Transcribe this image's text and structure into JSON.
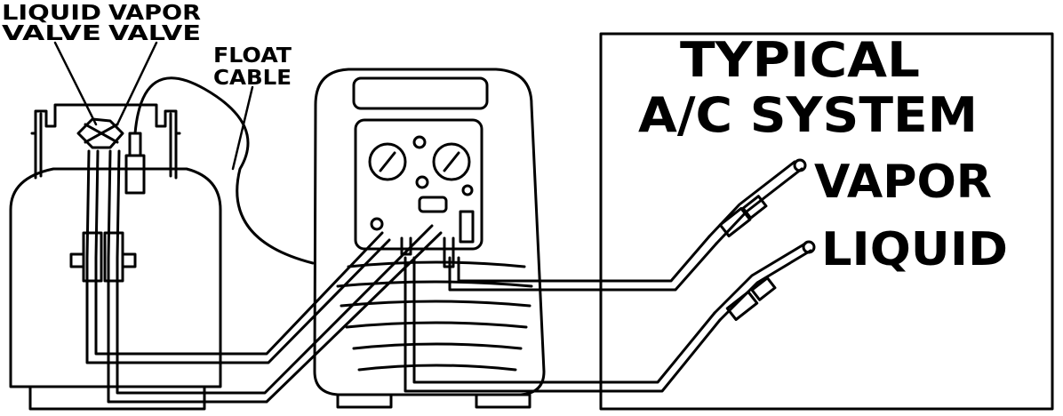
{
  "labels": {
    "liquid_valve": [
      "LIQUID",
      "VALVE"
    ],
    "vapor_valve": [
      "VAPOR",
      "VALVE"
    ],
    "float_cable": [
      "FLOAT",
      "CABLE"
    ],
    "system_title": [
      "TYPICAL",
      "A/C SYSTEM"
    ],
    "vapor_port": "VAPOR",
    "liquid_port": "LIQUID"
  },
  "colors": {
    "line": "#000000",
    "background": "#ffffff"
  }
}
